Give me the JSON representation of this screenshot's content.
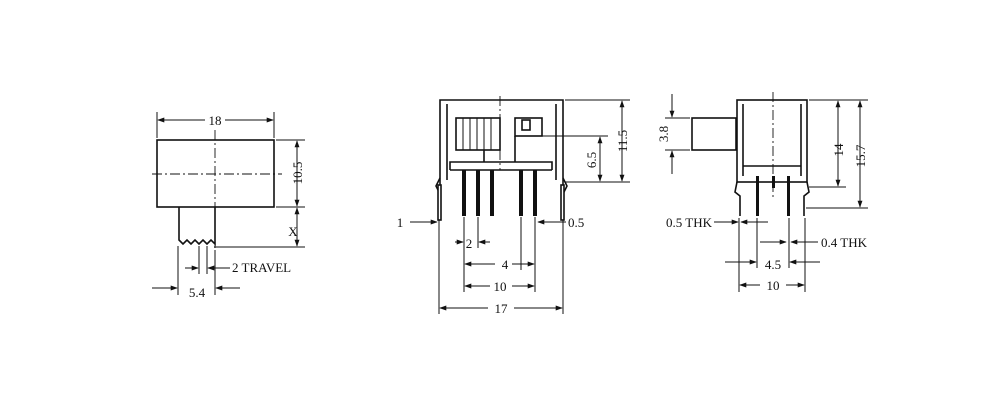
{
  "top_view": {
    "width_label": "18",
    "height_label": "10.5",
    "x_label": "X",
    "travel_label": "2 TRAVEL",
    "actuator_label": "5.4"
  },
  "front_view": {
    "height_label": "11.5",
    "upper_label": "6.5",
    "pin_width_label": "1",
    "pin_thick_label": "0.5",
    "pitch_label": "2",
    "span4_label": "4",
    "span10_label": "10",
    "span17_label": "17"
  },
  "side_view": {
    "actuator_label": "3.8",
    "height14_label": "14",
    "height157_label": "15.7",
    "thk05_label": "0.5 THK",
    "thk04_label": "0.4 THK",
    "span45_label": "4.5",
    "span10_label": "10"
  }
}
